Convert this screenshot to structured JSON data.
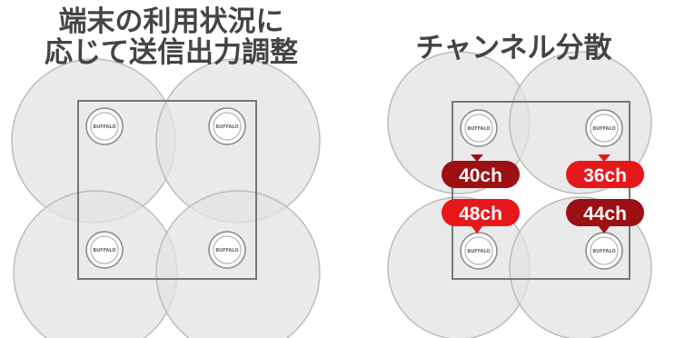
{
  "left_panel": {
    "title_line1": "端末の利用状況に",
    "title_line2": "応じて送信出力調整",
    "access_point_logo": "BUFFALO"
  },
  "right_panel": {
    "title": "チャンネル分散",
    "access_point_logo": "BUFFALO",
    "channels": {
      "top_left": "40ch",
      "top_right": "36ch",
      "bottom_left": "48ch",
      "bottom_right": "44ch"
    }
  },
  "colors": {
    "coverage_fill": "#e6e6e6",
    "coverage_stroke": "#bdbdbd",
    "title_text": "#444444",
    "channel_dark": "#9c0f12",
    "channel_bright": "#e8171c"
  }
}
